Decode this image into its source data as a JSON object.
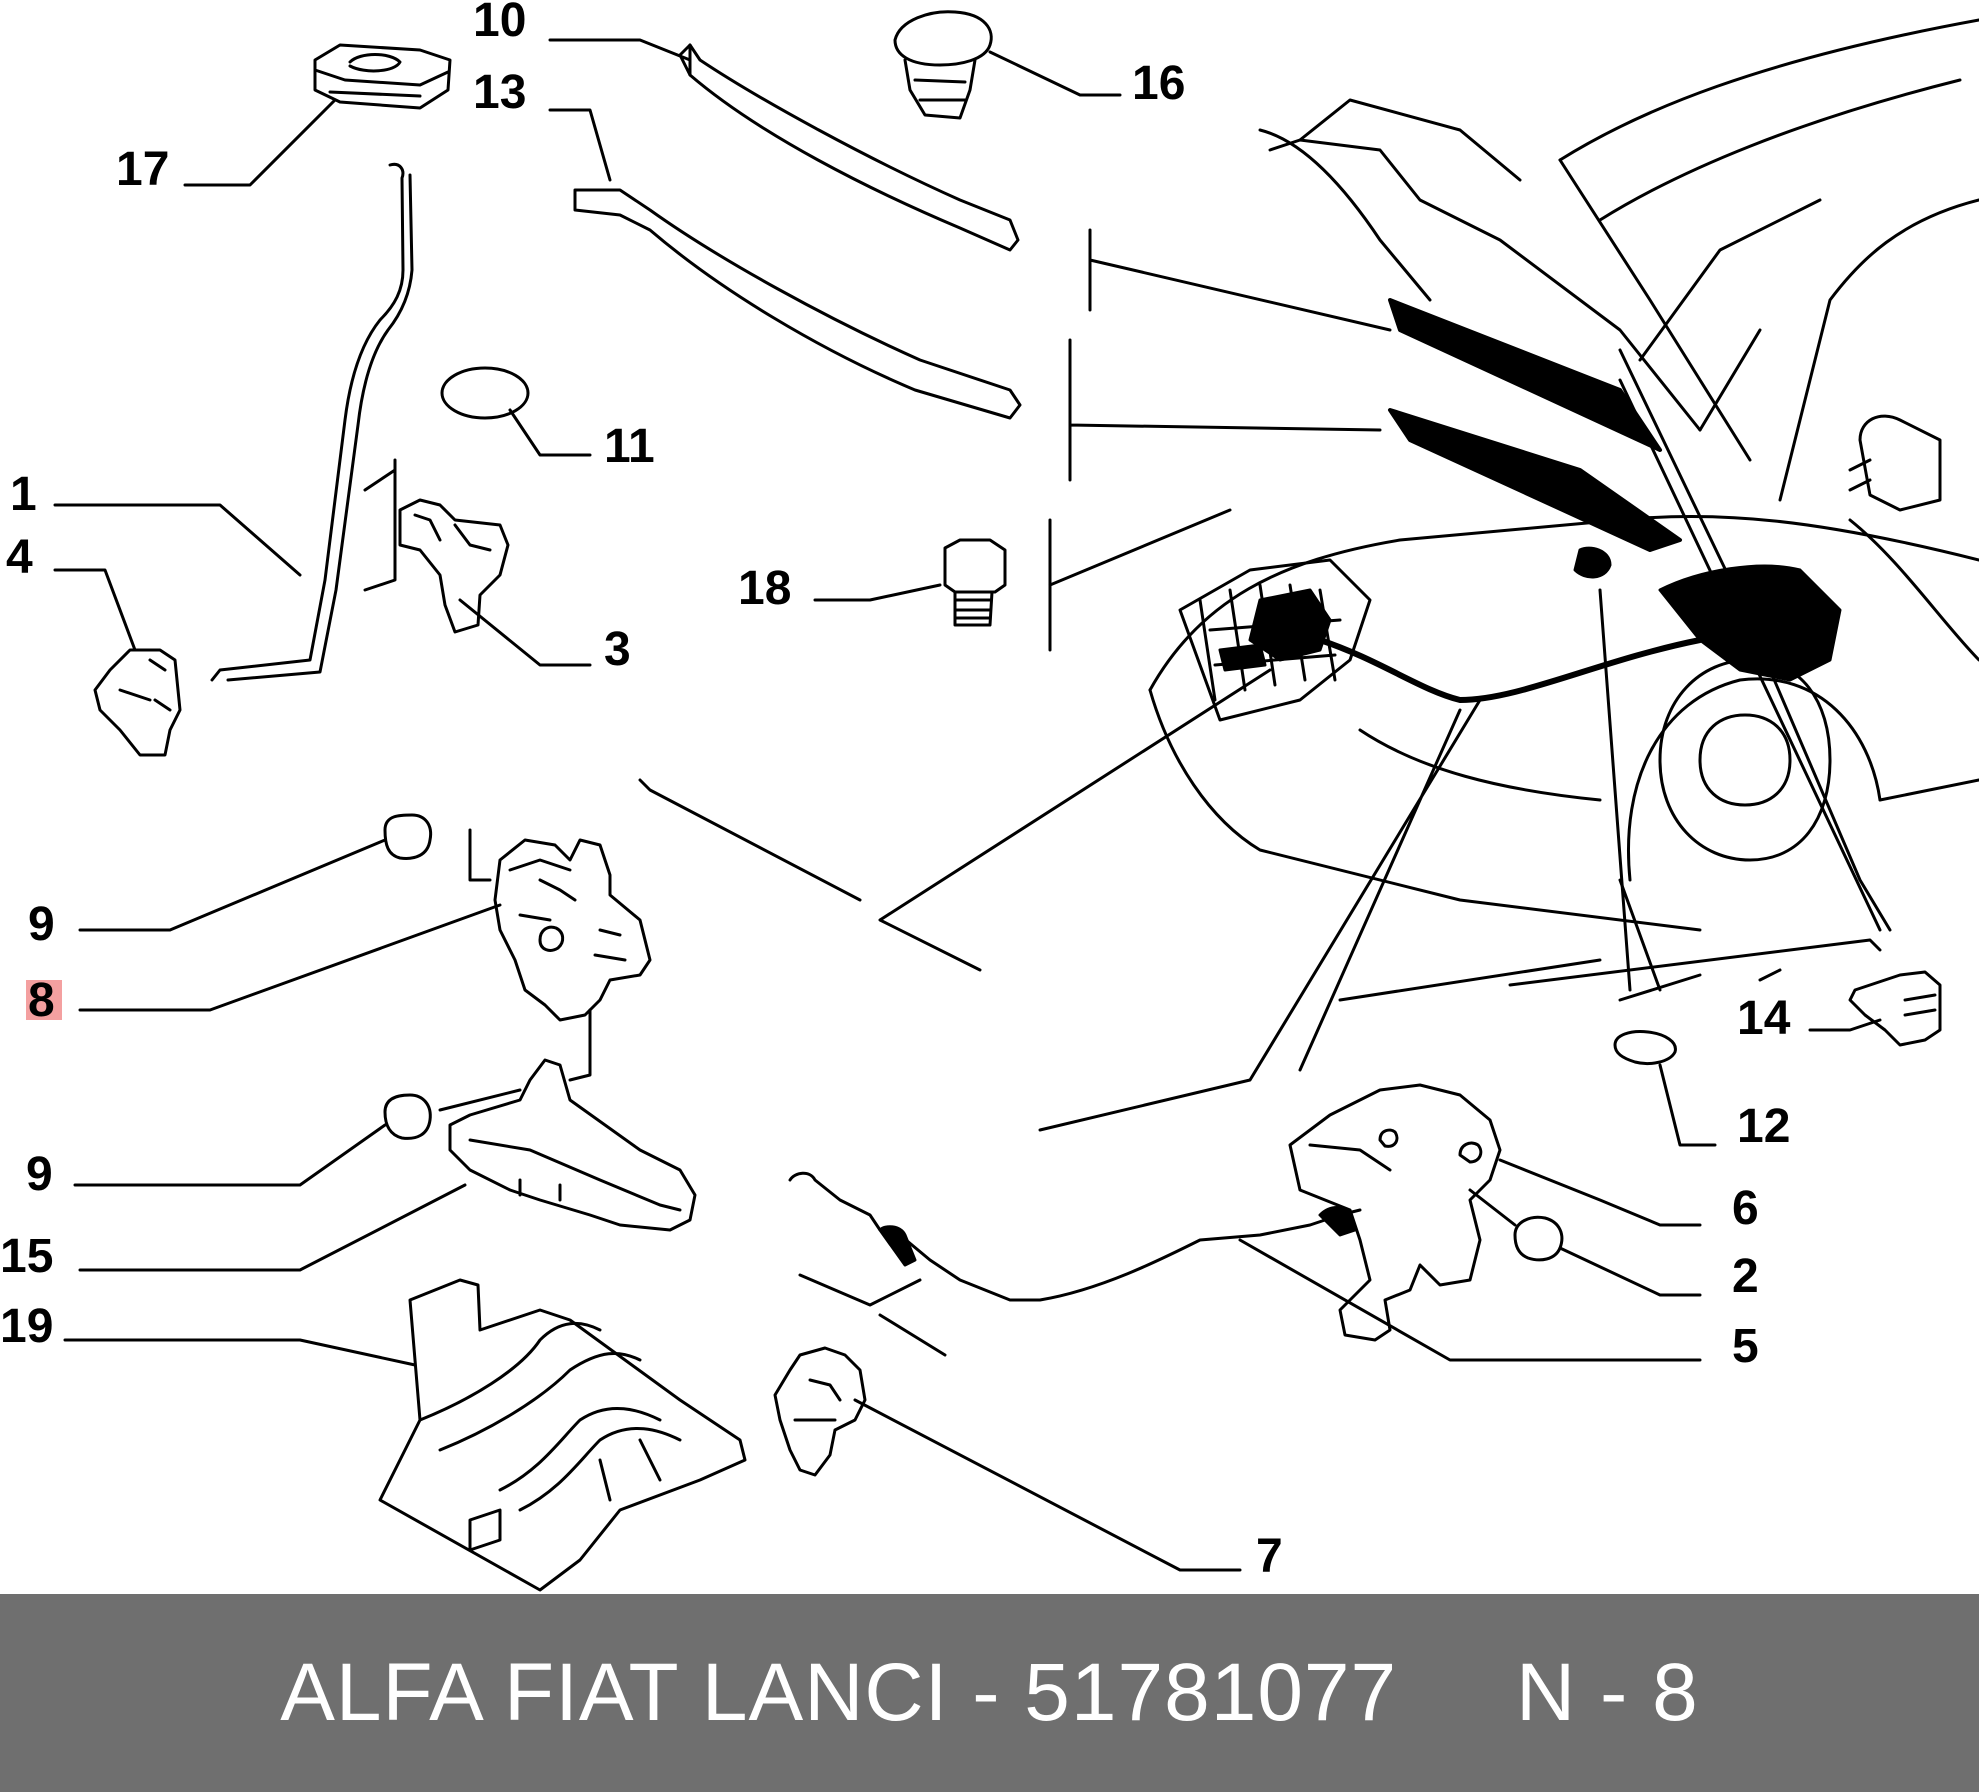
{
  "diagram": {
    "callouts": [
      {
        "id": "p1",
        "label": "1"
      },
      {
        "id": "p2",
        "label": "2"
      },
      {
        "id": "p3",
        "label": "3"
      },
      {
        "id": "p4",
        "label": "4"
      },
      {
        "id": "p5",
        "label": "5"
      },
      {
        "id": "p6",
        "label": "6"
      },
      {
        "id": "p7",
        "label": "7"
      },
      {
        "id": "p8",
        "label": "8",
        "highlighted": true
      },
      {
        "id": "p9a",
        "label": "9"
      },
      {
        "id": "p9b",
        "label": "9"
      },
      {
        "id": "p10",
        "label": "10"
      },
      {
        "id": "p11",
        "label": "11"
      },
      {
        "id": "p12",
        "label": "12"
      },
      {
        "id": "p13",
        "label": "13"
      },
      {
        "id": "p14",
        "label": "14"
      },
      {
        "id": "p15",
        "label": "15"
      },
      {
        "id": "p16",
        "label": "16"
      },
      {
        "id": "p17",
        "label": "17"
      },
      {
        "id": "p18",
        "label": "18"
      },
      {
        "id": "p19",
        "label": "19"
      }
    ],
    "highlight_color": "#f4a0a0"
  },
  "footer": {
    "text": "ALFA FIAT LANCI - 51781077     N - 8",
    "background": "#6f6f6f"
  }
}
